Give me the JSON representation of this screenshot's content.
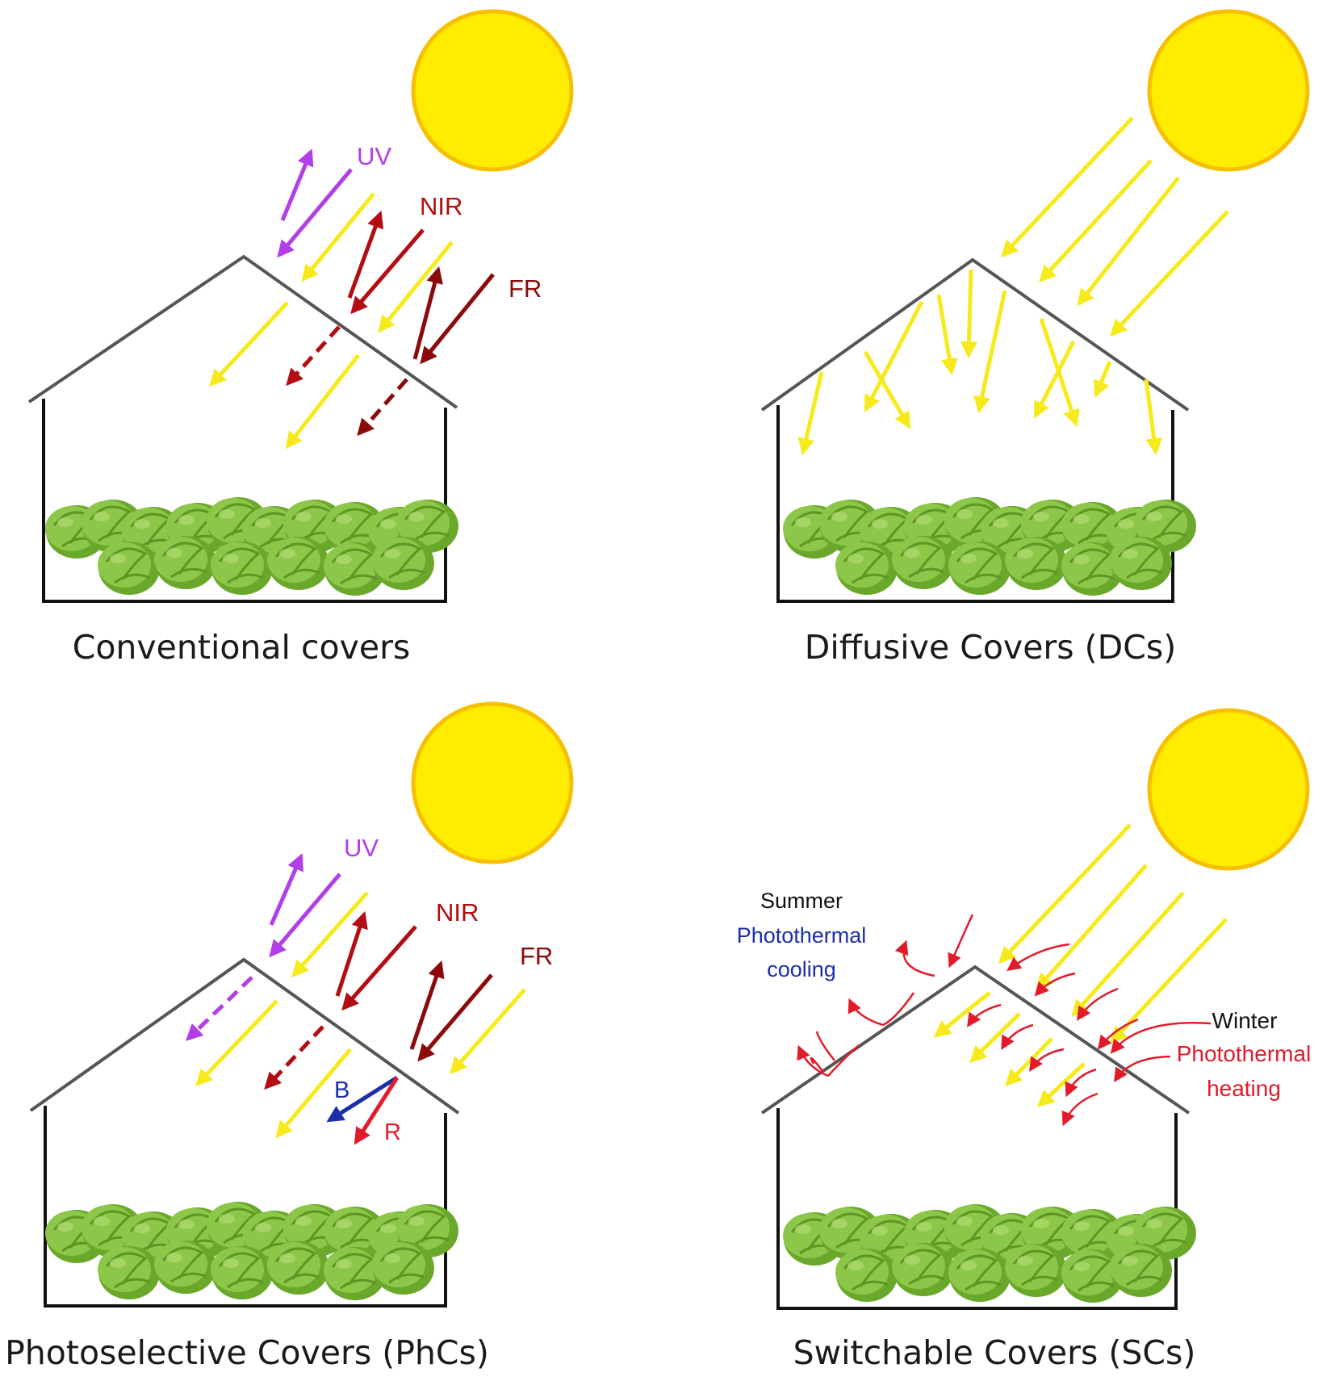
{
  "colors": {
    "visible": "#f7ea1c",
    "uv": "#b23ee8",
    "nir": "#b20d12",
    "fr": "#8c0a0a",
    "blue": "#1b2fa8",
    "red": "#e21b2b",
    "sun": "#ffec00",
    "sun_outline": "#f6c000",
    "crop": "#7fbf3a"
  },
  "panels": [
    {
      "id": "conventional",
      "caption": "Conventional covers",
      "labels": {
        "uv": "UV",
        "nir": "NIR",
        "fr": "FR"
      }
    },
    {
      "id": "diffusive",
      "caption": "Diffusive Covers (DCs)"
    },
    {
      "id": "photoselective",
      "caption": "Photoselective Covers (PhCs)",
      "labels": {
        "uv": "UV",
        "nir": "NIR",
        "fr": "FR",
        "b": "B",
        "r": "R"
      }
    },
    {
      "id": "switchable",
      "caption": "Switchable Covers (SCs)",
      "summer": {
        "season": "Summer",
        "effect_line1": "Photothermal",
        "effect_line2": "cooling"
      },
      "winter": {
        "season": "Winter",
        "effect_line1": "Photothermal",
        "effect_line2": "heating"
      }
    }
  ]
}
